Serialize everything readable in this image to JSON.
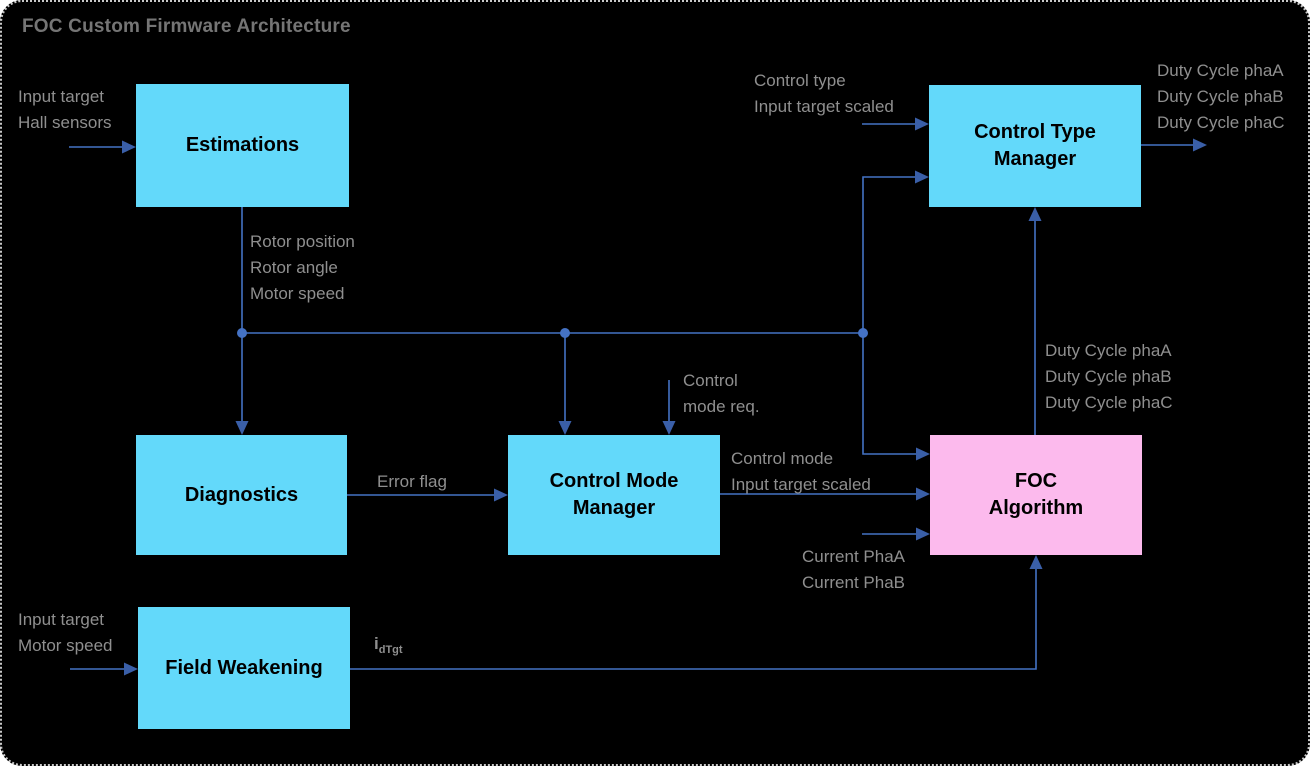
{
  "title": "FOC Custom Firmware Architecture",
  "colors": {
    "page": "#ffffff",
    "background": "#000000",
    "border": "#c9c9c9",
    "box_cyan": "#63d9fa",
    "box_pink": "#fcbaed",
    "box_text": "#000000",
    "line": "#4472c4",
    "arrowhead": "#3a5fa8",
    "label_text": "#8f8f8f",
    "title_text": "#757575"
  },
  "blocks": {
    "estimations": {
      "label": "Estimations"
    },
    "control_type_manager": {
      "label": "Control Type\nManager"
    },
    "diagnostics": {
      "label": "Diagnostics"
    },
    "control_mode_manager": {
      "label": "Control Mode\nManager"
    },
    "foc_algorithm": {
      "label": "FOC\nAlgorithm"
    },
    "field_weakening": {
      "label": "Field Weakening"
    }
  },
  "signals": {
    "estimations_in": "Input target\nHall sensors",
    "estimations_out": "Rotor position\nRotor angle\nMotor speed",
    "control_type_in": "Control type\nInput target scaled",
    "duty_cycle_out": "Duty Cycle phaA\nDuty Cycle phaB\nDuty Cycle phaC",
    "duty_cycle_foc": "Duty Cycle phaA\nDuty Cycle phaB\nDuty Cycle phaC",
    "control_mode_req": "Control\nmode req.",
    "error_flag": "Error flag",
    "control_mode_out": "Control mode\nInput target scaled",
    "currents_in": "Current PhaA\nCurrent PhaB",
    "field_weakening_in": "Input target\nMotor speed",
    "idtgt_base": "i",
    "idtgt_sub": "dTgt"
  }
}
